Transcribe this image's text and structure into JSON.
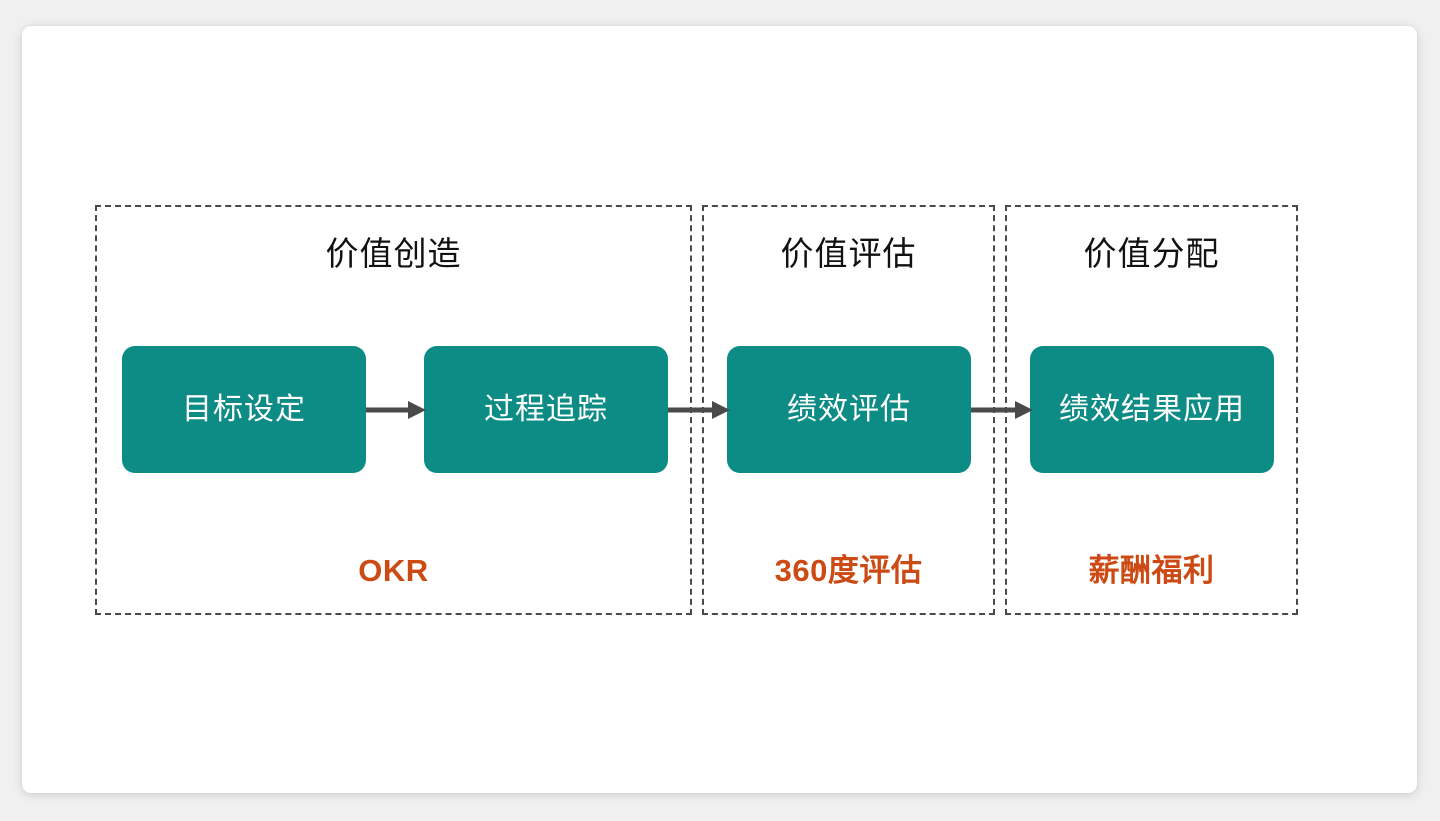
{
  "slide": {
    "background_color": "#f0f0f0",
    "card_color": "#ffffff",
    "accent_teal": "#0d8b85",
    "accent_orange": "#cc4a14",
    "dash_color": "#4a4a4a",
    "arrow_color": "#4a4a4a"
  },
  "phases": [
    {
      "title": "价值创造",
      "tag": "OKR"
    },
    {
      "title": "价值评估",
      "tag": "360度评估"
    },
    {
      "title": "价值分配",
      "tag": "薪酬福利"
    }
  ],
  "steps": [
    {
      "label": "目标设定"
    },
    {
      "label": "过程追踪"
    },
    {
      "label": "绩效评估"
    },
    {
      "label": "绩效结果应用"
    }
  ],
  "arrows": [
    {
      "name": "arrow-goal-to-tracking"
    },
    {
      "name": "arrow-tracking-to-review"
    },
    {
      "name": "arrow-review-to-application"
    }
  ]
}
